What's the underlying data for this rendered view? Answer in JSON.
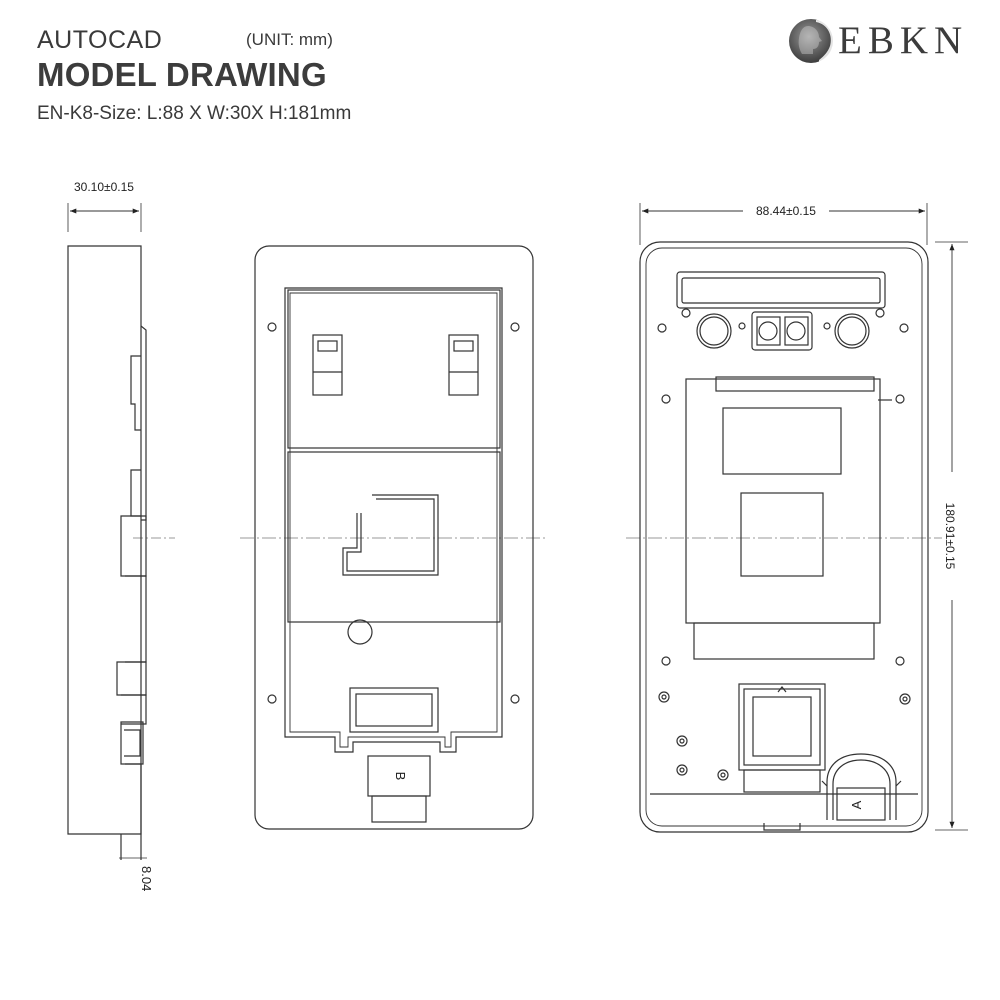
{
  "title_block": {
    "app_label": "AUTOCAD",
    "unit_label": "(UNIT: mm)",
    "main_title": "MODEL DRAWING",
    "size_line": "EN-K8-Size: L:88 X W:30X H:181mm"
  },
  "logo": {
    "brand_text": "EBKN",
    "icon": "head-profile-icon"
  },
  "dimensions": {
    "side_width": "30.10±0.15",
    "side_depth": "8.04",
    "rear_width": "88.44±0.15",
    "rear_height": "180.91±0.15"
  },
  "callouts": {
    "port_b": "B",
    "port_a": "A"
  },
  "colors": {
    "line": "#333333",
    "text": "#3a3a3a",
    "background": "#ffffff"
  }
}
